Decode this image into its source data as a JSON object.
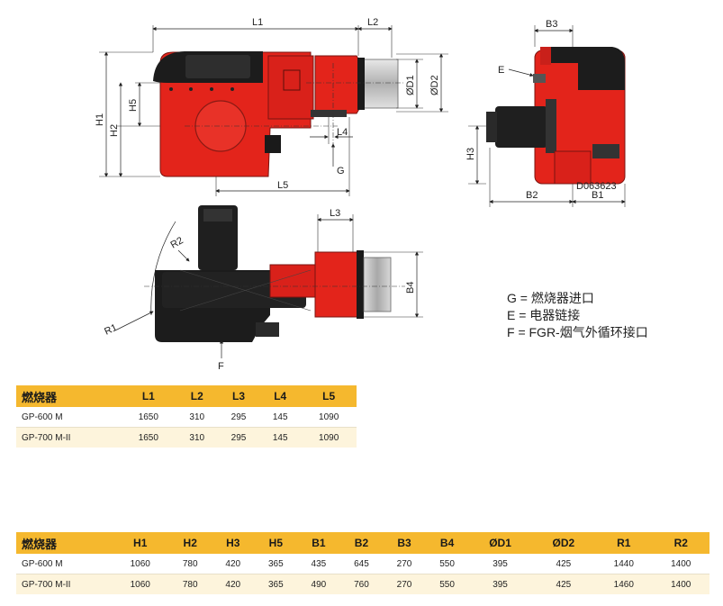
{
  "dims": {
    "L1": "L1",
    "L2": "L2",
    "L3": "L3",
    "L4": "L4",
    "L5": "L5",
    "H1": "H1",
    "H2": "H2",
    "H3": "H3",
    "H5": "H5",
    "D1": "ØD1",
    "D2": "ØD2",
    "B1": "B1",
    "B2": "B2",
    "B3": "B3",
    "B4": "B4",
    "R1": "R1",
    "R2": "R2",
    "E": "E",
    "F": "F",
    "G": "G",
    "code": "D063623"
  },
  "legend": [
    "G = 燃烧器进口",
    "E = 电器链接",
    "F = FGR-烟气外循环接口"
  ],
  "table1": {
    "headers": [
      "燃烧器",
      "L1",
      "L2",
      "L3",
      "L4",
      "L5"
    ],
    "rows": [
      [
        "GP-600 M",
        "1650",
        "310",
        "295",
        "145",
        "1090"
      ],
      [
        "GP-700 M-II",
        "1650",
        "310",
        "295",
        "145",
        "1090"
      ]
    ]
  },
  "table2": {
    "headers": [
      "燃烧器",
      "H1",
      "H2",
      "H3",
      "H5",
      "B1",
      "B2",
      "B3",
      "B4",
      "ØD1",
      "ØD2",
      "R1",
      "R2"
    ],
    "rows": [
      [
        "GP-600 M",
        "1060",
        "780",
        "420",
        "365",
        "435",
        "645",
        "270",
        "550",
        "395",
        "425",
        "1440",
        "1400"
      ],
      [
        "GP-700 M-II",
        "1060",
        "780",
        "420",
        "365",
        "490",
        "760",
        "270",
        "550",
        "395",
        "425",
        "1460",
        "1400"
      ]
    ]
  }
}
